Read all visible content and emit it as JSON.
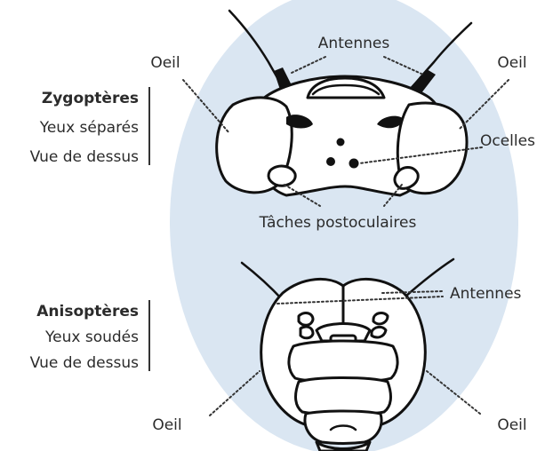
{
  "background": {
    "oval_color": "#dae6f2"
  },
  "zygo": {
    "title": "Zygoptères",
    "line2": "Yeux séparés",
    "line3": "Vue de dessus",
    "label_antennes": "Antennes",
    "label_oeil_left": "Oeil",
    "label_oeil_right": "Oeil",
    "label_ocelles": "Ocelles",
    "label_taches": "Tâches postoculaires"
  },
  "aniso": {
    "title": "Anisoptères",
    "line2": "Yeux soudés",
    "line3": "Vue de dessus",
    "label_antennes": "Antennes",
    "label_oeil_left": "Oeil",
    "label_oeil_right": "Oeil"
  }
}
